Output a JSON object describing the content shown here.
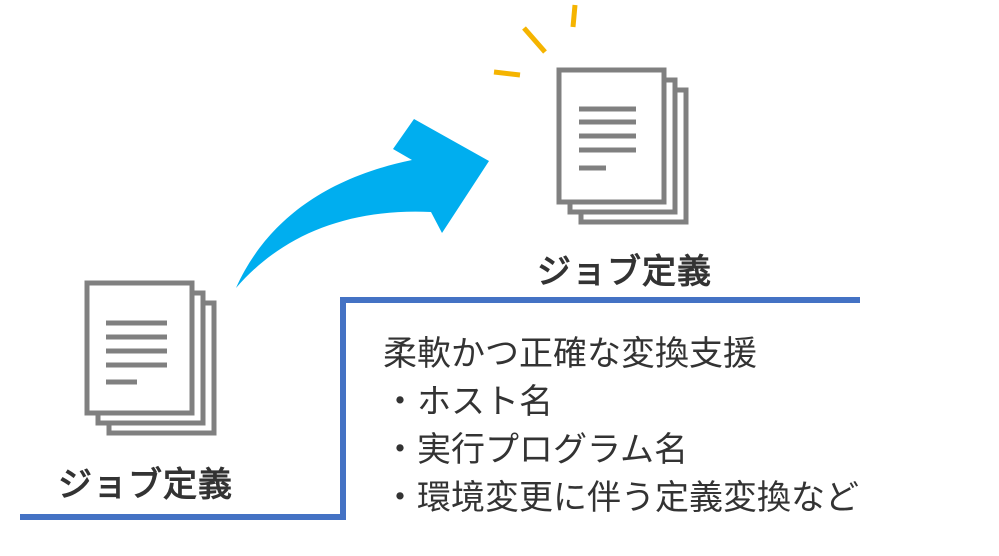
{
  "labels": {
    "before": "ジョブ定義",
    "after": "ジョブ定義"
  },
  "description": {
    "heading": "柔軟かつ正確な変換支援",
    "items": [
      "・ホスト名",
      "・実行プログラム名",
      "・環境変更に伴う定義変換など"
    ]
  },
  "colors": {
    "arrow": "#00AEEF",
    "step_line": "#4472C4",
    "document": "#808080",
    "spark": "#F5B400",
    "text": "#333333"
  },
  "icons": {
    "document": "document-stack-icon",
    "arrow": "curved-arrow-icon",
    "spark": "spark-icon"
  }
}
